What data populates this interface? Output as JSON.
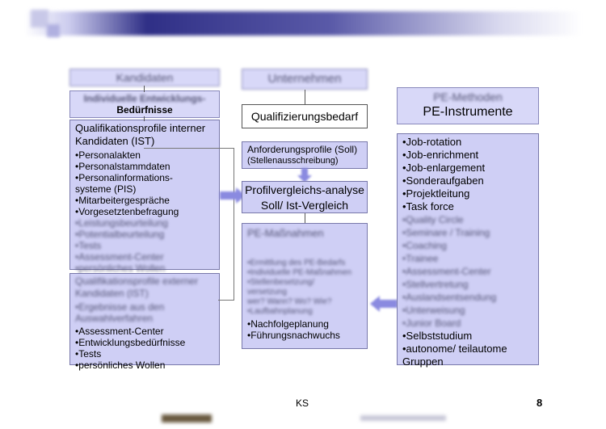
{
  "left": {
    "header": "Kandidaten",
    "subheader": "Individuelle Entwicklungs-",
    "subheader2": "Bedürfnisse",
    "main_title": "Qualifikationsprofile interner Kandidaten (IST)",
    "items_sharp": [
      "•Personalakten",
      "•Personalstammdaten",
      "•Personalinformations-",
      "systeme (PIS)",
      "•Mitarbeitergespräche",
      "•Vorgesetztenbefragung"
    ],
    "items_blur": [
      "•Leistungsbeurteilung",
      "•Potentialbeurteilung",
      "•Tests",
      "•Assessment-Center",
      "•persönliches Wollen"
    ],
    "ext_title": "Qualifikationsprofile externer Kandidaten (IST)",
    "ext_blur": [
      "•Ergebnisse aus den",
      "Auswahlverfahren"
    ],
    "ext_sharp": [
      "•Assessment-Center",
      "•Entwicklungsbedürfnisse",
      "•Tests",
      "•persönliches Wollen"
    ]
  },
  "middle": {
    "header": "Unternehmen",
    "qualifizierung": "Qualifizierungsbedarf",
    "anforderung": "Anforderungsprofile (Soll)",
    "anforderung_sub": "(Stellenausschreibung)",
    "profil_line1": "Profilvergleichs-analyse",
    "profil_line2": "Soll/ Ist-Vergleich",
    "pe_header": "PE-Maßnahmen",
    "pe_blur": [
      "•Ermittlung des PE-Bedarfs",
      "•Individuelle PE-Maßnahmen",
      "•Stellenbesetzung/",
      "versetzung",
      "wer? Wann? Wo? Wie?",
      "•Laufbahnplanung"
    ],
    "pe_sharp": [
      "•Nachfolgeplanung",
      "•Führungsnachwuchs"
    ]
  },
  "right": {
    "header": "PE-Methoden",
    "instrumente": "PE-Instrumente",
    "items_sharp": [
      "•Job-rotation",
      "•Job-enrichment",
      "•Job-enlargement",
      "•Sonderaufgaben",
      "•Projektleitung",
      "•Task force"
    ],
    "items_blur": [
      "•Quality Circle",
      "•Seminare / Training",
      "•Coaching",
      "•Trainee",
      "•Assessment-Center",
      "•Stellvertretung",
      "•Auslandsentsendung",
      "•Unterweisung",
      "•Junior Board"
    ],
    "items_sharp2": [
      "•Selbststudium",
      "•autonome/ teilautome",
      "Gruppen"
    ]
  },
  "footer": {
    "initials": "KS",
    "page": "8"
  },
  "colors": {
    "box_fill": "#cfcff5",
    "border": "#7777aa",
    "arrow": "#8a8ae0"
  }
}
